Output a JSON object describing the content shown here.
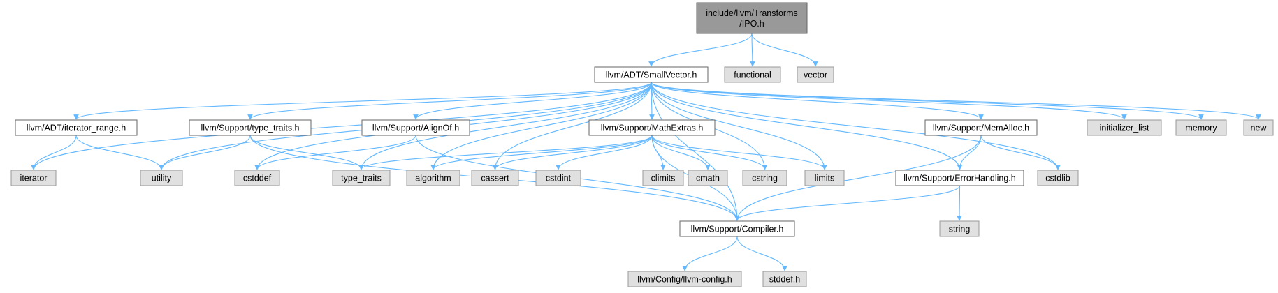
{
  "diagram": {
    "nodes": [
      {
        "id": "ipo",
        "kind": "root",
        "lines": [
          "include/llvm/Transforms",
          "/IPO.h"
        ]
      },
      {
        "id": "smallvector",
        "kind": "doc",
        "lines": [
          "llvm/ADT/SmallVector.h"
        ]
      },
      {
        "id": "functional",
        "kind": "ext",
        "lines": [
          "functional"
        ]
      },
      {
        "id": "vector",
        "kind": "ext",
        "lines": [
          "vector"
        ]
      },
      {
        "id": "iterator_range",
        "kind": "doc",
        "lines": [
          "llvm/ADT/iterator_range.h"
        ]
      },
      {
        "id": "type_traits_h",
        "kind": "doc",
        "lines": [
          "llvm/Support/type_traits.h"
        ]
      },
      {
        "id": "alignof",
        "kind": "doc",
        "lines": [
          "llvm/Support/AlignOf.h"
        ]
      },
      {
        "id": "mathextras",
        "kind": "doc",
        "lines": [
          "llvm/Support/MathExtras.h"
        ]
      },
      {
        "id": "memalloc",
        "kind": "doc",
        "lines": [
          "llvm/Support/MemAlloc.h"
        ]
      },
      {
        "id": "initializer_list",
        "kind": "ext",
        "lines": [
          "initializer_list"
        ]
      },
      {
        "id": "memory",
        "kind": "ext",
        "lines": [
          "memory"
        ]
      },
      {
        "id": "new",
        "kind": "ext",
        "lines": [
          "new"
        ]
      },
      {
        "id": "iterator",
        "kind": "ext",
        "lines": [
          "iterator"
        ]
      },
      {
        "id": "utility",
        "kind": "ext",
        "lines": [
          "utility"
        ]
      },
      {
        "id": "cstddef",
        "kind": "ext",
        "lines": [
          "cstddef"
        ]
      },
      {
        "id": "type_traits",
        "kind": "ext",
        "lines": [
          "type_traits"
        ]
      },
      {
        "id": "algorithm",
        "kind": "ext",
        "lines": [
          "algorithm"
        ]
      },
      {
        "id": "cassert",
        "kind": "ext",
        "lines": [
          "cassert"
        ]
      },
      {
        "id": "cstdint",
        "kind": "ext",
        "lines": [
          "cstdint"
        ]
      },
      {
        "id": "climits",
        "kind": "ext",
        "lines": [
          "climits"
        ]
      },
      {
        "id": "cmath",
        "kind": "ext",
        "lines": [
          "cmath"
        ]
      },
      {
        "id": "cstring",
        "kind": "ext",
        "lines": [
          "cstring"
        ]
      },
      {
        "id": "limits",
        "kind": "ext",
        "lines": [
          "limits"
        ]
      },
      {
        "id": "errorhandling",
        "kind": "doc",
        "lines": [
          "llvm/Support/ErrorHandling.h"
        ]
      },
      {
        "id": "cstdlib",
        "kind": "ext",
        "lines": [
          "cstdlib"
        ]
      },
      {
        "id": "string",
        "kind": "ext",
        "lines": [
          "string"
        ]
      },
      {
        "id": "compiler",
        "kind": "doc",
        "lines": [
          "llvm/Support/Compiler.h"
        ]
      },
      {
        "id": "llvm_config",
        "kind": "ext",
        "lines": [
          "llvm/Config/llvm-config.h"
        ]
      },
      {
        "id": "stddef",
        "kind": "ext",
        "lines": [
          "stddef.h"
        ]
      }
    ],
    "edges": [
      [
        "ipo",
        "smallvector"
      ],
      [
        "ipo",
        "functional"
      ],
      [
        "ipo",
        "vector"
      ],
      [
        "smallvector",
        "iterator_range"
      ],
      [
        "smallvector",
        "type_traits_h"
      ],
      [
        "smallvector",
        "alignof"
      ],
      [
        "smallvector",
        "mathextras"
      ],
      [
        "smallvector",
        "memalloc"
      ],
      [
        "smallvector",
        "initializer_list"
      ],
      [
        "smallvector",
        "memory"
      ],
      [
        "smallvector",
        "new"
      ],
      [
        "smallvector",
        "iterator"
      ],
      [
        "smallvector",
        "utility"
      ],
      [
        "smallvector",
        "cstddef"
      ],
      [
        "smallvector",
        "type_traits"
      ],
      [
        "smallvector",
        "algorithm"
      ],
      [
        "smallvector",
        "cassert"
      ],
      [
        "smallvector",
        "cstring"
      ],
      [
        "smallvector",
        "limits"
      ],
      [
        "smallvector",
        "errorhandling"
      ],
      [
        "smallvector",
        "cstdlib"
      ],
      [
        "smallvector",
        "compiler"
      ],
      [
        "iterator_range",
        "iterator"
      ],
      [
        "iterator_range",
        "utility"
      ],
      [
        "type_traits_h",
        "utility"
      ],
      [
        "type_traits_h",
        "type_traits"
      ],
      [
        "type_traits_h",
        "compiler"
      ],
      [
        "alignof",
        "cstddef"
      ],
      [
        "alignof",
        "compiler"
      ],
      [
        "mathextras",
        "type_traits"
      ],
      [
        "mathextras",
        "algorithm"
      ],
      [
        "mathextras",
        "cassert"
      ],
      [
        "mathextras",
        "cstdint"
      ],
      [
        "mathextras",
        "climits"
      ],
      [
        "mathextras",
        "cmath"
      ],
      [
        "mathextras",
        "cstring"
      ],
      [
        "mathextras",
        "limits"
      ],
      [
        "mathextras",
        "compiler"
      ],
      [
        "memalloc",
        "errorhandling"
      ],
      [
        "memalloc",
        "cstdlib"
      ],
      [
        "memalloc",
        "compiler"
      ],
      [
        "errorhandling",
        "string"
      ],
      [
        "errorhandling",
        "compiler"
      ],
      [
        "compiler",
        "llvm_config"
      ],
      [
        "compiler",
        "stddef"
      ]
    ],
    "colors": {
      "edge": "#63b8ff",
      "root_fill": "#999999",
      "doc_fill": "#ffffff",
      "ext_fill": "#e0e0e0"
    }
  }
}
